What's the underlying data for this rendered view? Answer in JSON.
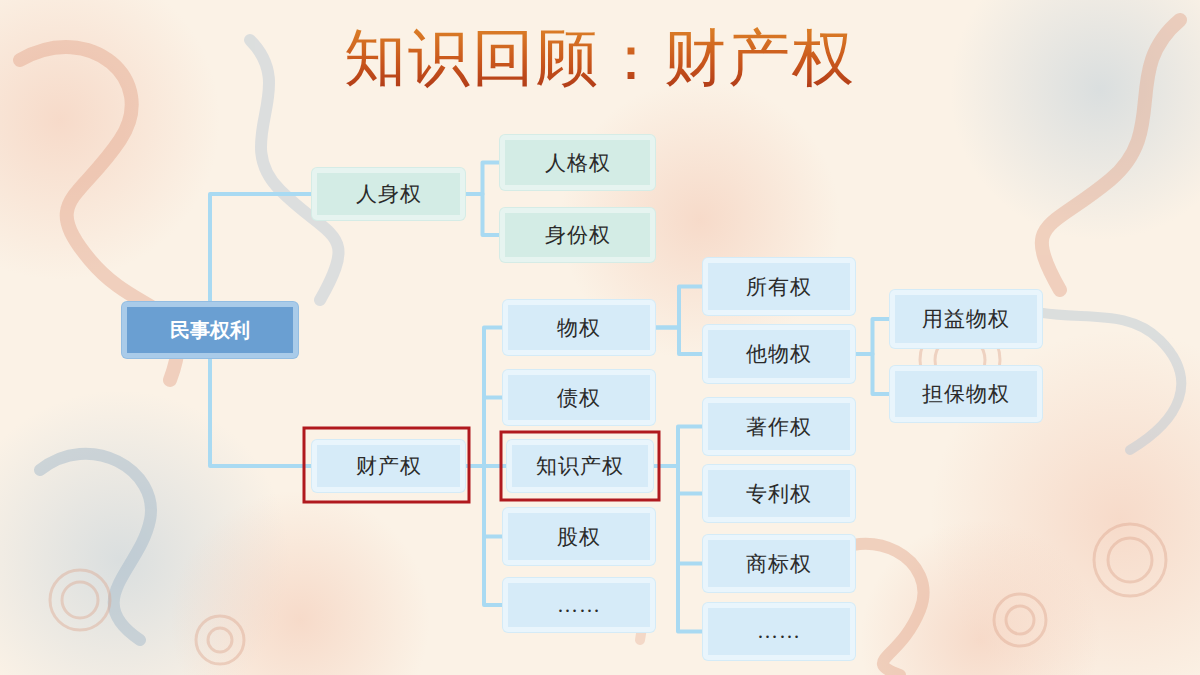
{
  "diagram": {
    "title": "知识回顾：财产权",
    "nodes": [
      {
        "text": [
          "民事权利"
        ]
      },
      {
        "text": [
          "人身权"
        ]
      },
      {
        "text": [
          "人格权"
        ]
      },
      {
        "text": [
          "身份权"
        ]
      },
      {
        "text": [
          "财产权"
        ]
      },
      {
        "text": [
          "物权"
        ]
      },
      {
        "text": [
          "所有权"
        ]
      },
      {
        "text": [
          "他物权"
        ]
      },
      {
        "text": [
          "用益物权"
        ]
      },
      {
        "text": [
          "担保物权"
        ]
      },
      {
        "text": [
          "债权"
        ]
      },
      {
        "text": [
          "知识产权"
        ]
      },
      {
        "text": [
          "著作权"
        ]
      },
      {
        "text": [
          "专利权"
        ]
      },
      {
        "text": [
          "商标权"
        ]
      },
      {
        "text": [
          "……"
        ]
      },
      {
        "text": [
          "股权"
        ]
      },
      {
        "text": [
          "……"
        ]
      }
    ],
    "edges": [
      {
        "from": 0,
        "to": 1,
        "arrow": "none"
      },
      {
        "from": 0,
        "to": 4,
        "arrow": "none"
      },
      {
        "from": 1,
        "to": 2,
        "arrow": "none"
      },
      {
        "from": 1,
        "to": 3,
        "arrow": "none"
      },
      {
        "from": 4,
        "to": 5,
        "arrow": "none"
      },
      {
        "from": 4,
        "to": 10,
        "arrow": "none"
      },
      {
        "from": 4,
        "to": 11,
        "arrow": "none"
      },
      {
        "from": 4,
        "to": 16,
        "arrow": "none"
      },
      {
        "from": 4,
        "to": 17,
        "arrow": "none"
      },
      {
        "from": 5,
        "to": 6,
        "arrow": "none"
      },
      {
        "from": 5,
        "to": 7,
        "arrow": "none"
      },
      {
        "from": 7,
        "to": 8,
        "arrow": "none"
      },
      {
        "from": 7,
        "to": 9,
        "arrow": "none"
      },
      {
        "from": 11,
        "to": 12,
        "arrow": "none"
      },
      {
        "from": 11,
        "to": 13,
        "arrow": "none"
      },
      {
        "from": 11,
        "to": 14,
        "arrow": "none"
      },
      {
        "from": 11,
        "to": 15,
        "arrow": "none"
      }
    ]
  }
}
